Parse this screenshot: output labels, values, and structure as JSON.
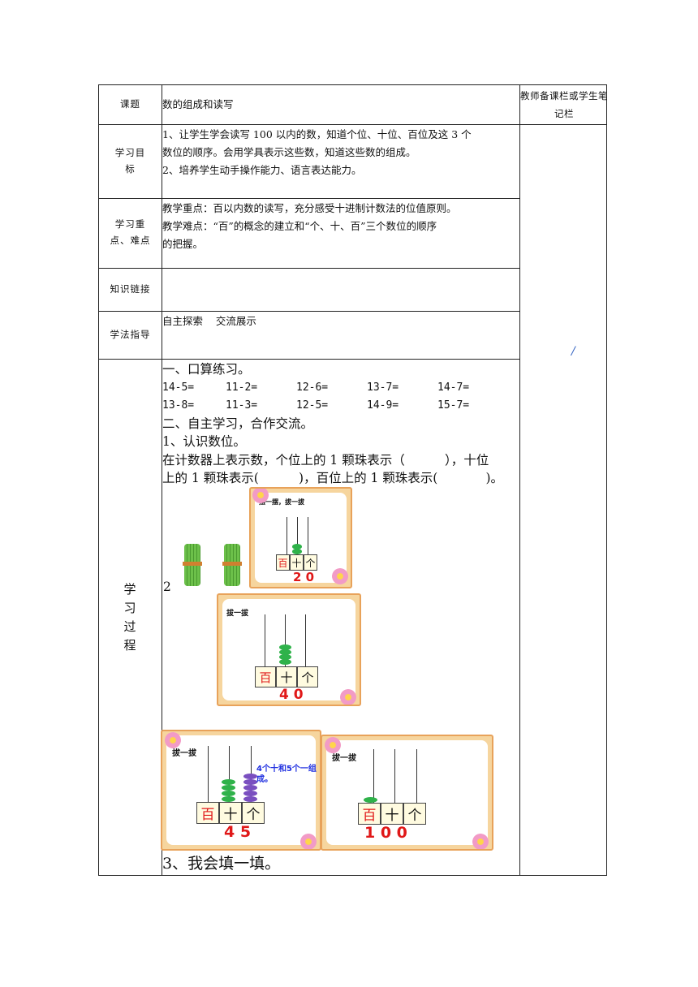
{
  "header": {
    "topic_label": "课题",
    "topic_value": "数的组成和读写",
    "notes_column": "教师备课栏或学生笔记栏"
  },
  "rows": {
    "objectives": {
      "label": "学习目标",
      "lines": [
        "1、让学生学会读写 100 以内的数，知道个位、十位、百位及这 3 个",
        "数位的顺序。会用学具表示这些数，知道这些数的组成。",
        "2、培养学生动手操作能力、语言表达能力。"
      ]
    },
    "key_points": {
      "label": "学习重点、难点",
      "lines": [
        "教学重点：百以内数的读写，充分感受十进制计数法的位值原则。",
        "教学难点：“百”的概念的建立和“个、十、百”三个数位的顺序",
        "的把握。"
      ]
    },
    "knowledge_link": {
      "label": "知识链接",
      "value": ""
    },
    "method": {
      "label": "学法指导",
      "value": "自主探索    交流展示"
    },
    "process": {
      "label": "学习过程",
      "section1": "一、口算练习。",
      "math_row1": [
        "14-5=",
        "11-2=",
        "12-6=",
        "13-7=",
        "14-7="
      ],
      "math_row2": [
        "13-8=",
        "11-3=",
        "12-5=",
        "14-9=",
        "15-7="
      ],
      "section2": "二、自主学习，合作交流。",
      "sub1": "1、认识数位。",
      "para1": "在计数器上表示数，个位上的 1 颗珠表示（          ），十位",
      "para2": "上的 1 颗珠表示(          )，百位上的 1 颗珠表示(            )。",
      "number_two": "2",
      "sub3": "3、我会填一填。"
    }
  },
  "side_mark": "/",
  "slides": {
    "s1": {
      "title": "摆一摆，拔一拔",
      "places": [
        "百",
        "十",
        "个"
      ],
      "number": "2 0"
    },
    "s2": {
      "title": "拔一拔",
      "places": [
        "百",
        "十",
        "个"
      ],
      "number": "4 0"
    },
    "s3": {
      "title": "拔一拔",
      "places": [
        "百",
        "十",
        "个"
      ],
      "number": "4 5",
      "note": "4个十和5个一组成。"
    },
    "s4": {
      "title": "拔一拔",
      "places": [
        "百",
        "十",
        "个"
      ],
      "number": "1 0 0"
    }
  },
  "colors": {
    "bead_green": "#2fb24a",
    "bead_purple": "#7a4fc0",
    "number_red": "#e01818",
    "note_blue": "#2030e0"
  }
}
